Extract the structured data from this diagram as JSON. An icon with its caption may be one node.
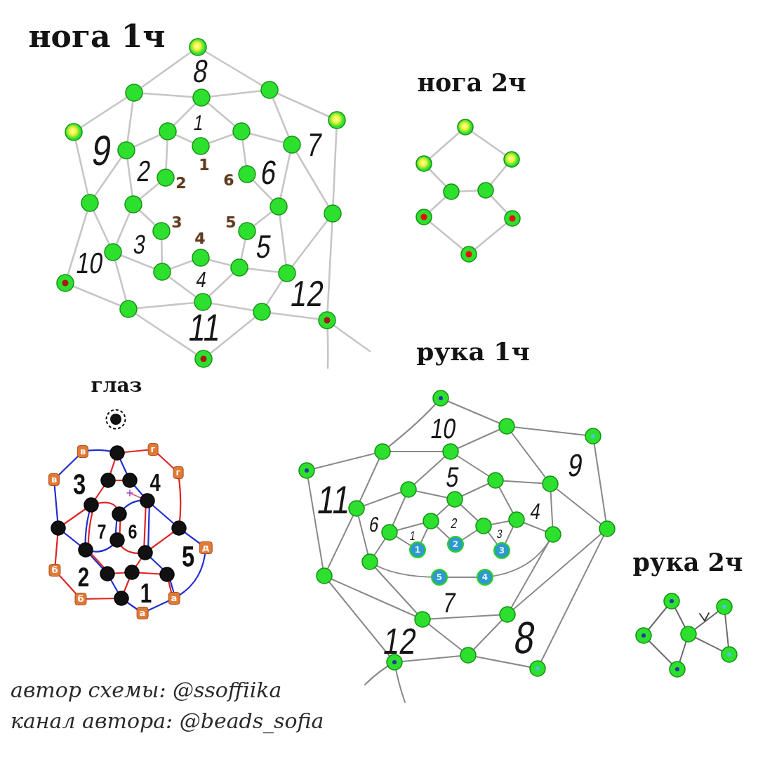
{
  "diagram": {
    "labels": [
      "нога 1ч",
      "8",
      "1",
      "9",
      "7",
      "1",
      "2",
      "2",
      "6",
      "6",
      "3",
      "5",
      "4",
      "3",
      "5",
      "10",
      "4",
      "12",
      "11",
      "нога 2ч",
      "глаз",
      "в",
      "г",
      "в",
      "3",
      "4",
      "г",
      "7",
      "6",
      "5",
      "д",
      "б",
      "2",
      "б",
      "1",
      "а",
      "а",
      "рука 1ч",
      "10",
      "5",
      "9",
      "11",
      "4",
      "6",
      "2",
      "1",
      "3",
      "1",
      "2",
      "3",
      "5",
      "4",
      "7",
      "12",
      "8",
      "рука 2ч",
      "автор схемы: @ssoffiika",
      "канал автора: @beads_sofia"
    ]
  }
}
